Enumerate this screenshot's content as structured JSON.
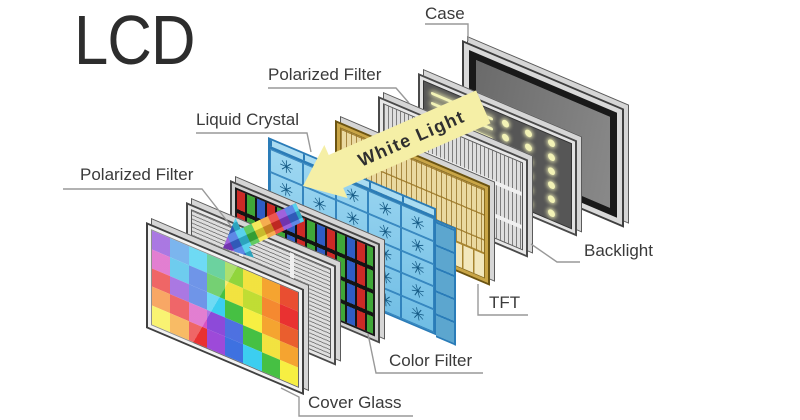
{
  "title": "LCD",
  "labels": {
    "case": "Case",
    "polarized_filter_rear": "Polarized Filter",
    "liquid_crystal": "Liquid Crystal",
    "polarized_filter_front": "Polarized Filter",
    "backlight": "Backlight",
    "tft": "TFT",
    "color_filter": "Color Filter",
    "cover_glass": "Cover Glass",
    "white_light": "White Light"
  },
  "colors": {
    "title_text": "#2d2d2d",
    "label_text": "#3a3a3a",
    "leader_line": "#999999",
    "white_light_fill": "#f5efa6",
    "liquid_crystal_blue": "#7ec8ea",
    "tft_gold": "#ead9a0",
    "backlight_glow": "#f2f2b6",
    "filter_red": "#cc2a26",
    "filter_green": "#3fa737",
    "filter_blue": "#2f5cc4"
  },
  "colored_light_palette": [
    "#8a3fd4",
    "#3a6ee0",
    "#35c8e8",
    "#3fbf3f",
    "#f4e437",
    "#f49b2a",
    "#e8312a"
  ],
  "cover_glass_grid": {
    "rows": 5,
    "cols": 8,
    "cells": [
      [
        "#8b46d8",
        "#4a9ae8",
        "#38cdf0",
        "#35c27c",
        "#8fd438",
        "#f2e23c",
        "#f5a22c",
        "#e94a2d"
      ],
      [
        "#d84fc0",
        "#38b9e8",
        "#3a6ee0",
        "#42bf3f",
        "#f2e23c",
        "#bfdc30",
        "#f5872c",
        "#e92d2d"
      ],
      [
        "#e92d2d",
        "#8b46d8",
        "#3a6ee0",
        "#38cdf0",
        "#42bf3f",
        "#f7ef3e",
        "#f5a22c",
        "#ea5b2a"
      ],
      [
        "#f5872c",
        "#e92d31",
        "#d84fc0",
        "#8b46d8",
        "#4a6ee0",
        "#42bf3f",
        "#f2e23c",
        "#f5a22c"
      ],
      [
        "#f7ef3e",
        "#f5a22c",
        "#e92d2d",
        "#9b46d8",
        "#3a6ee0",
        "#38cdf0",
        "#42bf3f",
        "#f7ef3e"
      ]
    ]
  },
  "liquid_crystal_grid": {
    "rows": 5,
    "cols": 5,
    "molecule_glyph": "✳"
  },
  "backlight_pattern": {
    "bar_count": 4,
    "dot_rows": 6,
    "dot_cols": 6
  }
}
